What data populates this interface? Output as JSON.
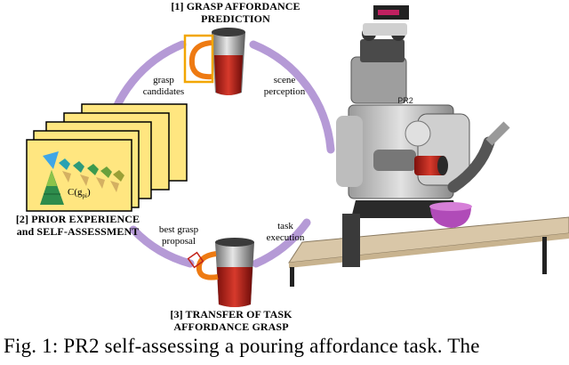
{
  "top_title": {
    "line1": "[1] GRASP AFFORDANCE",
    "line2": "PREDICTION"
  },
  "left_title": {
    "line1": "[2] PRIOR EXPERIENCE",
    "line2": "and SELF-ASSESSMENT"
  },
  "bottom_title": {
    "line1": "[3] TRANSFER OF TASK",
    "line2": "AFFORDANCE GRASP"
  },
  "arc_labels": {
    "grasp_candidates": {
      "line1": "grasp",
      "line2": "candidates"
    },
    "scene_perception": {
      "line1": "scene",
      "line2": "perception"
    },
    "best_grasp_proposal": {
      "line1": "best grasp",
      "line2": "proposal"
    },
    "task_execution": {
      "line1": "task",
      "line2": "execution"
    }
  },
  "card_formula": "C(g",
  "card_formula_sub": "pi",
  "card_formula_close": ")",
  "robot_badge": "PR2",
  "caption": "Fig. 1: PR2 self-assessing a pouring affordance task. The",
  "colors": {
    "arc": "#b59ad6",
    "card_fill": "#ffe680",
    "card_border": "#000000",
    "highlight_box": "#f2a600",
    "mug_red": "#c4241b",
    "bowl": "#b04bb8",
    "table_top": "#d9c7a8"
  }
}
